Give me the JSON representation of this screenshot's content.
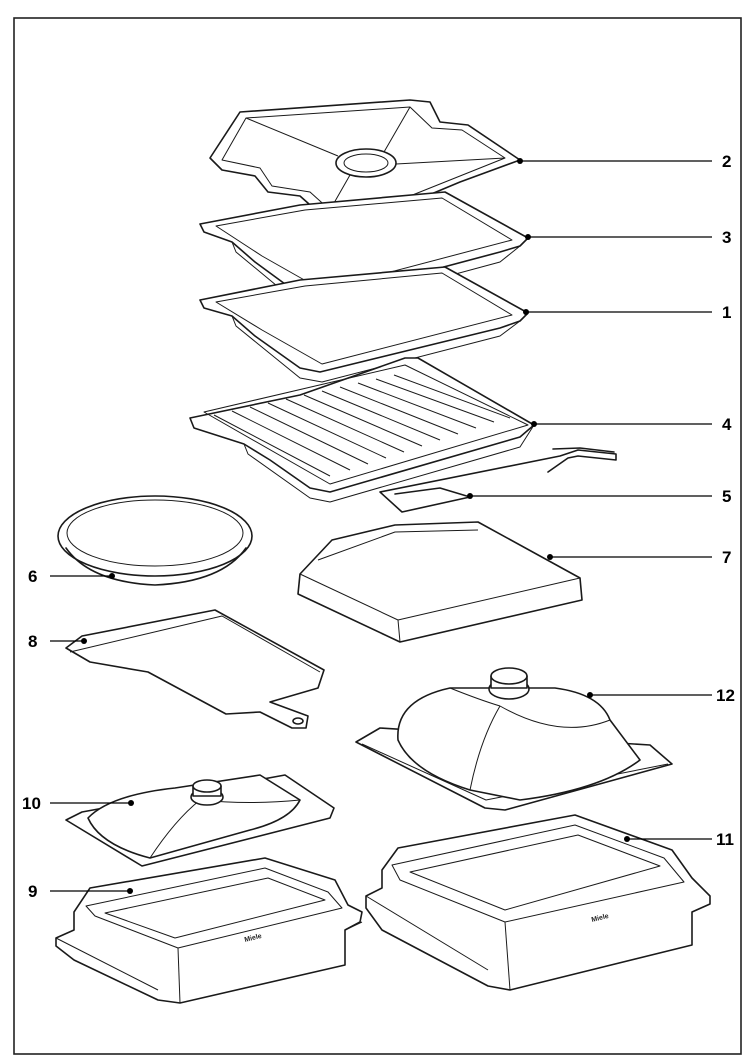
{
  "callouts": {
    "c1": "1",
    "c2": "2",
    "c3": "3",
    "c4": "4",
    "c5": "5",
    "c6": "6",
    "c7": "7",
    "c8": "8",
    "c9": "9",
    "c10": "10",
    "c11": "11",
    "c12": "12"
  },
  "brand": "Miele"
}
